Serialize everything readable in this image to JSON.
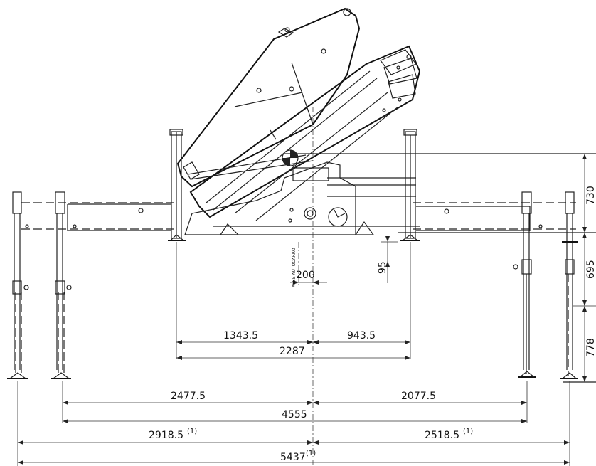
{
  "labels": {
    "axle": "ASSE AUTOCARRO",
    "superscript": "(1)",
    "offset_200": "200",
    "height_95": "95",
    "inner_left": "1343.5",
    "inner_right": "943.5",
    "inner_total": "2287",
    "mid_left": "2477.5",
    "mid_right": "2077.5",
    "mid_total": "4555",
    "outer_left": "2918.5",
    "outer_right": "2518.5",
    "outer_total": "5437",
    "side_730": "730",
    "side_695": "695",
    "side_778": "778"
  }
}
